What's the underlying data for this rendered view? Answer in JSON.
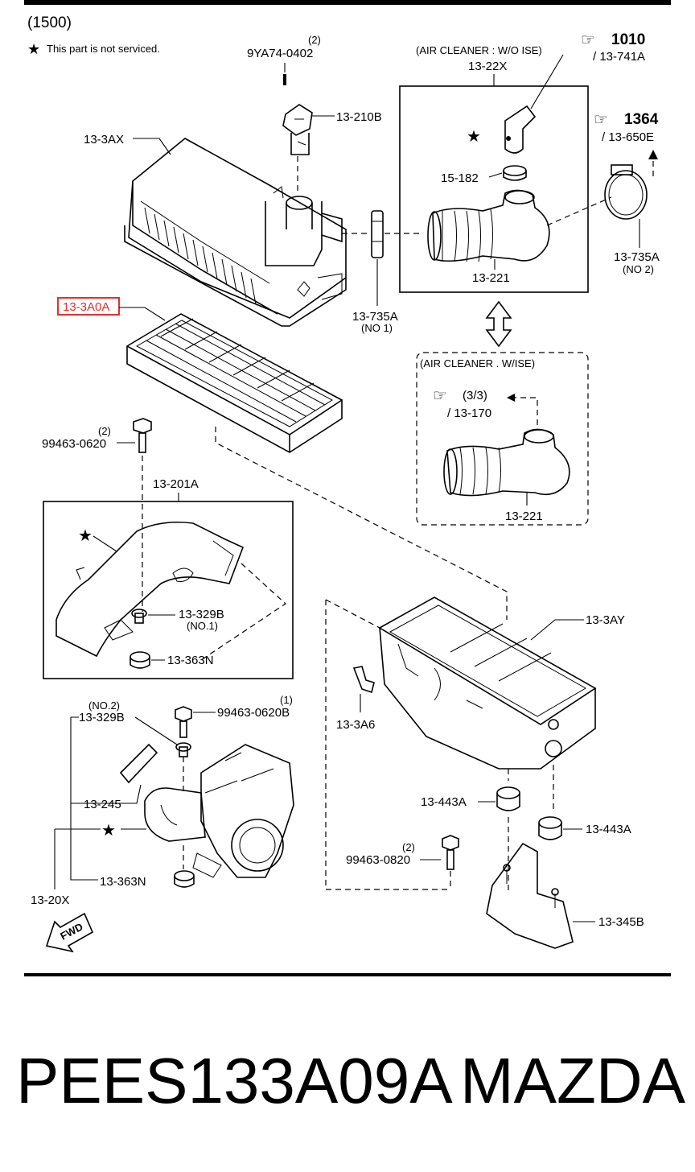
{
  "header": {
    "section_code": "(1500)",
    "note": "This part is not serviced."
  },
  "labels": {
    "l_9ya74_qty": "(2)",
    "l_9ya74": "9YA74-0402",
    "l_13_210b": "13-210B",
    "l_13_3ax": "13-3AX",
    "l_13_3a0a": "13-3A0A",
    "l_13_735a_1": "13-735A",
    "l_no1_a": "(NO 1)",
    "l_air_wo_ise": "(AIR CLEANER : W/O ISE)",
    "l_13_22x": "13-22X",
    "l_15_182": "15-182",
    "l_13_221_a": "13-221",
    "l_ref_1010": "1010",
    "l_13_741a": "/ 13-741A",
    "l_ref_1364": "1364",
    "l_13_650e": "/ 13-650E",
    "l_13_735a_2": "13-735A",
    "l_no2_a": "(NO 2)",
    "l_air_w_ise": "(AIR CLEANER . W/ISE)",
    "l_ref_33": "(3/3)",
    "l_13_170": "/ 13-170",
    "l_13_221_b": "13-221",
    "l_99463_qty": "(2)",
    "l_99463_0620": "99463-0620",
    "l_13_201a": "13-201A",
    "l_13_329b_1": "13-329B",
    "l_no1_b": "(NO.1)",
    "l_13_363n_1": "13-363N",
    "l_13_3ay": "13-3AY",
    "l_13_3a6": "13-3A6",
    "l_no2_b": "(NO.2)",
    "l_13_329b_2": "13-329B",
    "l_0620b_qty": "(1)",
    "l_99463_0620b": "99463-0620B",
    "l_13_245": "13-245",
    "l_13_363n_2": "13-363N",
    "l_13_20x": "13-20X",
    "l_13_443a_1": "13-443A",
    "l_13_443a_2": "13-443A",
    "l_0820_qty": "(2)",
    "l_99463_0820": "99463-0820",
    "l_13_345b": "13-345B",
    "l_fwd": "FWD"
  },
  "highlight": {
    "part": "13-3A0A",
    "color": "#e03030"
  },
  "footer": {
    "part_number": "PEES133A09A",
    "brand": "MAZDA"
  }
}
